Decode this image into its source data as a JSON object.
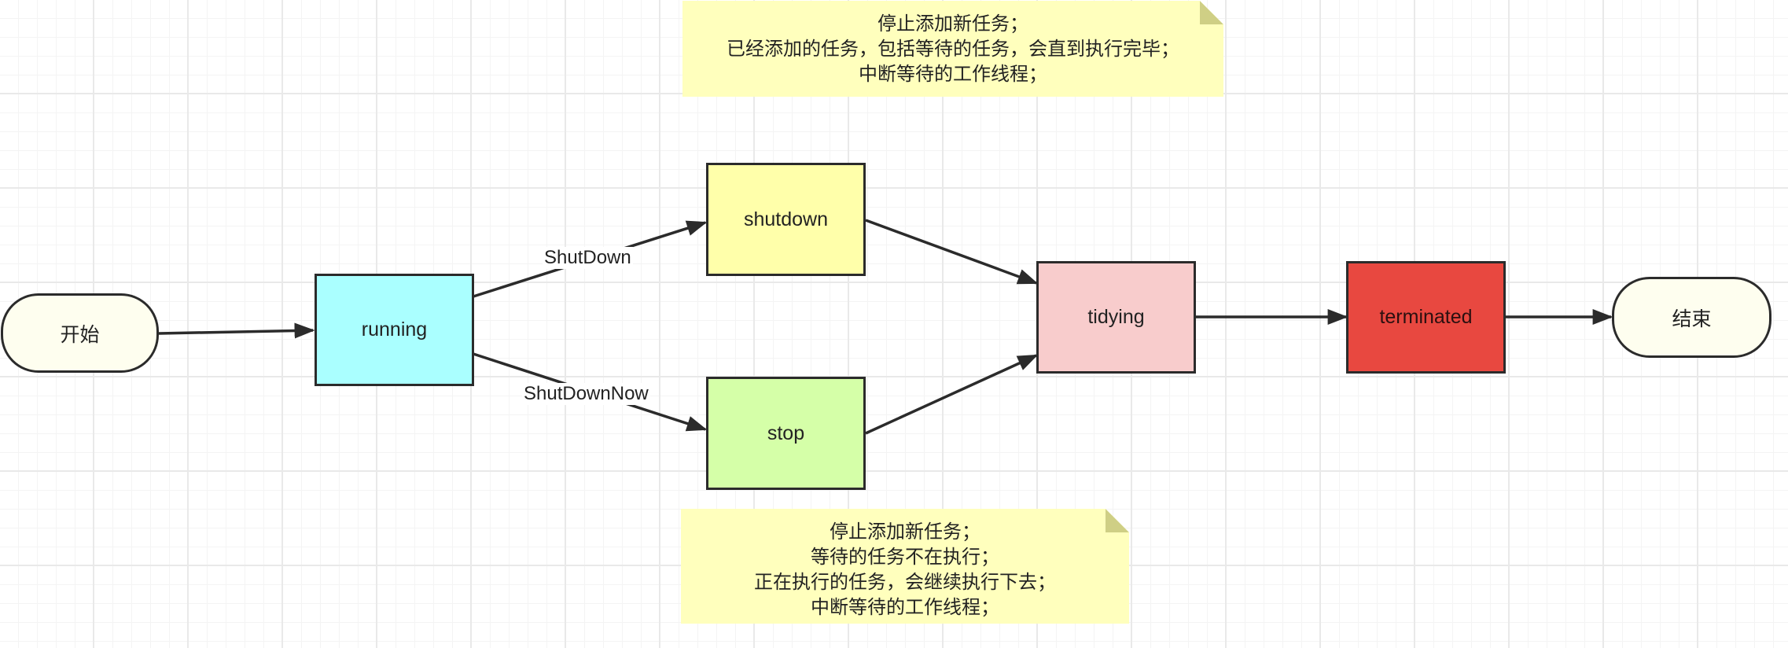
{
  "nodes": {
    "start": "开始",
    "running": "running",
    "shutdown": "shutdown",
    "stop": "stop",
    "tidying": "tidying",
    "terminated": "terminated",
    "end": "结束"
  },
  "edge_labels": {
    "shutdown": "ShutDown",
    "shutdown_now": "ShutDownNow"
  },
  "notes": {
    "shutdown_note": [
      "停止添加新任务；",
      "已经添加的任务，包括等待的任务，会直到执行完毕；",
      "中断等待的工作线程；"
    ],
    "stop_note": [
      "停止添加新任务；",
      "等待的任务不在执行；",
      "正在执行的任务，会继续执行下去；",
      "中断等待的工作线程；"
    ]
  },
  "colors": {
    "running": "#aaffff",
    "shutdown": "#ffffaa",
    "stop": "#d5ffa8",
    "tidying": "#f8cccc",
    "terminated": "#e84840",
    "terminal": "#fefeef",
    "note": "#ffffbd"
  }
}
